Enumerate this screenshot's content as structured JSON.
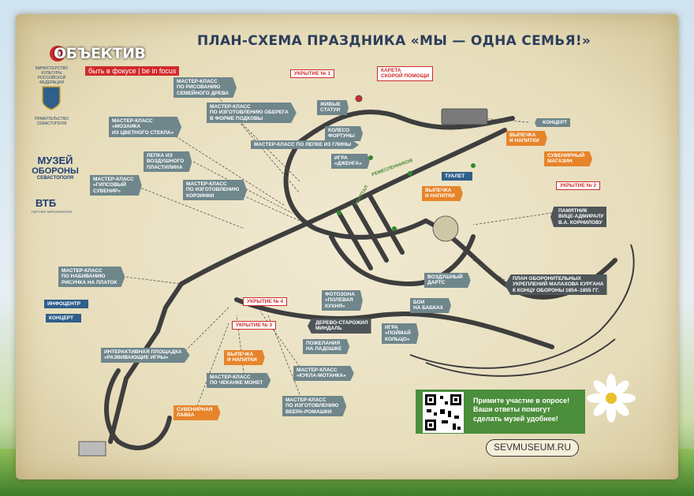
{
  "title": "ПЛАН-СХЕМА ПРАЗДНИКА «МЫ — ОДНА СЕМЬЯ!»",
  "logos": {
    "brand": "ОБЪЕКТИВ",
    "tagline": "быть в фокусе | be in focus",
    "ministry": "Министерство культуры Российской Федерации",
    "government": "ПРАВИТЕЛЬСТВО СЕВАСТОПОЛЯ",
    "museum": "МУЗЕЙ ОБОРОНЫ СЕВАСТОПОЛЯ",
    "museum_line1": "МУЗЕЙ",
    "museum_line2": "ОБОРОНЫ",
    "museum_line3": "СЕВАСТОПОЛЯ",
    "sponsor": "ВТБ",
    "sponsor_sub": "ПАРТНЕР МЕРОПРИЯТИЯ"
  },
  "labels": {
    "mk_family_tree": "МАСТЕР-КЛАСС\nПО РИСОВАНИЮ\nСЕМЕЙНОГО ДРЕВА",
    "mk_horseshoe": "МАСТЕР-КЛАСС\nПО ИЗГОТОВЛЕНИЮ ОБЕРЕГА\nВ ФОРМЕ ПОДКОВЫ",
    "mk_mosaic": "МАСТЕР-КЛАСС\n«МОЗАИКА\nИЗ ЦВЕТНОГО СТЕКЛА»",
    "mk_clay": "МАСТЕР-КЛАСС ПО ЛЕПКЕ ИЗ ГЛИНЫ",
    "plasticine": "ЛЕПКА ИЗ\nВОЗДУШНОГО\nПЛАСТИЛИНА",
    "mk_gypsum": "МАСТЕР-КЛАСС\n«ГИПСОВЫЙ\nСУВЕНИР»",
    "mk_basket": "МАСТЕР-КЛАСС\nПО ИЗГОТОВЛЕНИЮ\nКОРЗИНКИ",
    "living_statues": "ЖИВЫЕ\nСТАТУИ",
    "wheel": "КОЛЕСО\nФОРТУНЫ",
    "jenga": "ИГРА\n«ДЖЕНГА»",
    "shelter1": "УКРЫТИЕ № 1",
    "ambulance": "КАРЕТА\nСКОРОЙ ПОМОЩИ",
    "concert_top": "КОНЦЕРТ",
    "food_top": "ВЫПЕЧКА\nИ НАПИТКИ",
    "souvenir_top": "СУВЕНИРНЫЙ\nМАГАЗИН",
    "toilet": "ТУАЛЕТ",
    "food_mid": "ВЫПЕЧКА\nИ НАПИТКИ",
    "shelter2": "УКРЫТИЕ № 2",
    "kornilov": "ПАМЯТНИК\nВИЦЕ-АДМИРАЛУ\nВ.А. КОРНИЛОВУ",
    "mk_scarf": "МАСТЕР-КЛАСС\nПО НАБИВАНИЮ\nРИСУНКА НА ПЛАТОК",
    "info": "ИНФОЦЕНТР",
    "concert_left": "КОНЦЕРТ",
    "photo_zone": "ФОТОЗОНА\n«ПОЛЕВАЯ\nКУХНЯ»",
    "darts": "ВОЗДУШНЫЙ\nДАРТС",
    "malakhov": "ПЛАН ОБОРОНИТЕЛЬНЫХ\nУКРЕПЛЕНИЙ МАЛАХОВА КУРГАНА\nК КОНЦУ ОБОРОНЫ 1854–1855 ГГ.",
    "shelter4": "УКРЫТИЕ № 4",
    "shelter3": "УКРЫТИЕ № 3",
    "almond": "ДЕРЕВО-СТАРОЖИЛ\nМИНДАЛЬ",
    "babki": "БОИ\nНА БАБКАХ",
    "ring_game": "ИГРА\n«ПОЙМАЙ\nКОЛЬЦО»",
    "play_area": "ИНТЕРАКТИВНАЯ ПЛОЩАДКА\n«РАЗВИВАЮЩИЕ ИГРЫ»",
    "food_low": "ВЫПЕЧКА\nИ НАПИТКИ",
    "wishes": "ПОЖЕЛАНИЯ\nНА ЛАДОШКЕ",
    "mk_coins": "МАСТЕР-КЛАСС\nПО ЧЕКАНКЕ МОНЕТ",
    "mk_doll": "МАСТЕР-КЛАСС\n«КУКЛА-МОТАНКА»",
    "souvenir_low": "СУВЕНИРНАЯ\nЛАВКА",
    "mk_daisy": "МАСТЕР-КЛАСС\nПО ИЗГОТОВЛЕНИЮ\nВЕЕРА-РОМАШКИ"
  },
  "streets": {
    "s1": "РЕМЕСЛЕННИКОВ",
    "s2": "КВАРТАЛ"
  },
  "survey": {
    "text": "Примите участие в опросе!\nВаши ответы помогут\nсделать музей удобнее!"
  },
  "website": "SEVMUSEUM.RU",
  "colors": {
    "activity": "#6f868b",
    "food": "#e7842a",
    "shelter": "#d12a2a",
    "service": "#2f5f8a",
    "survey": "#4b8e3b"
  }
}
